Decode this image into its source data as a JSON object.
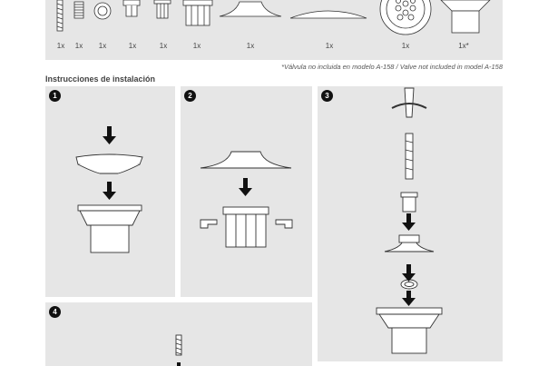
{
  "parts": [
    {
      "icon": "spring-icon",
      "qty": "1x"
    },
    {
      "icon": "coil-spring-icon",
      "qty": "1x"
    },
    {
      "icon": "o-ring-icon",
      "qty": "1x"
    },
    {
      "icon": "valve-cap-icon",
      "qty": "1x"
    },
    {
      "icon": "valve-body-icon",
      "qty": "1x"
    },
    {
      "icon": "basket-nut-icon",
      "qty": "1x"
    },
    {
      "icon": "flange-icon",
      "qty": "1x"
    },
    {
      "icon": "dome-cover-icon",
      "qty": "1x"
    },
    {
      "icon": "strainer-grid-icon",
      "qty": "1x"
    },
    {
      "icon": "drain-body-icon",
      "qty": "1x*"
    }
  ],
  "note": "*Válvula no incluida en modelo A-158 / Valve not included in model A-158",
  "section_title": "Instrucciones de instalación",
  "steps": [
    {
      "number": "1"
    },
    {
      "number": "2"
    },
    {
      "number": "3"
    },
    {
      "number": "4"
    }
  ],
  "colors": {
    "panel_bg": "#e6e6e6",
    "line": "#333333",
    "badge": "#111111"
  }
}
